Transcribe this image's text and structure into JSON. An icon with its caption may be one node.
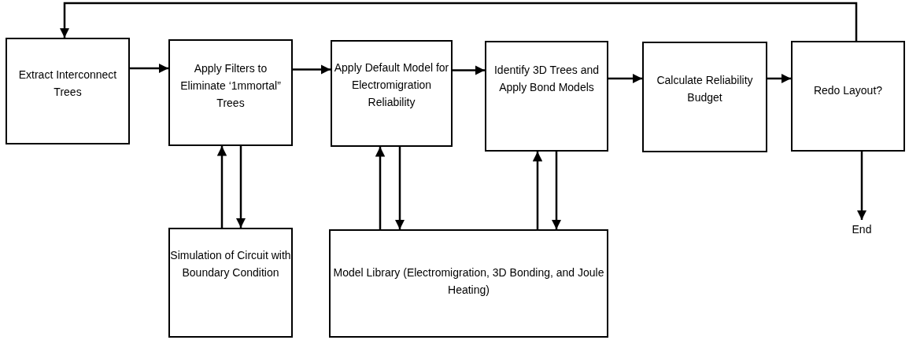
{
  "diagram": {
    "nodes": [
      {
        "text": [
          "Extract Interconnect Trees"
        ]
      },
      {
        "text": [
          "Apply Filters to Eliminate ‘1mmortal” Trees"
        ]
      },
      {
        "text": [
          "Apply Default Model for Electromigration Reliability"
        ]
      },
      {
        "text": [
          "Identify 3D Trees and Apply Bond Models"
        ]
      },
      {
        "text": [
          "Calculate Reliability Budget"
        ]
      },
      {
        "text": [
          "Redo Layout?"
        ]
      },
      {
        "text": [
          "Simulation of Circuit with Boundary Condition"
        ]
      },
      {
        "text": [
          "Model Library (Electromigration, 3D Bonding, and Joule Heating)"
        ]
      },
      {
        "text": [
          "End"
        ]
      }
    ],
    "edges": [
      {
        "from": 0,
        "to": 1,
        "arrow": "to"
      },
      {
        "from": 1,
        "to": 2,
        "arrow": "to"
      },
      {
        "from": 2,
        "to": 3,
        "arrow": "to"
      },
      {
        "from": 3,
        "to": 4,
        "arrow": "to"
      },
      {
        "from": 4,
        "to": 5,
        "arrow": "to"
      },
      {
        "from": 5,
        "to": 0,
        "arrow": "to"
      },
      {
        "from": 6,
        "to": 1,
        "arrow": "to"
      },
      {
        "from": 1,
        "to": 6,
        "arrow": "to"
      },
      {
        "from": 7,
        "to": 2,
        "arrow": "to"
      },
      {
        "from": 2,
        "to": 7,
        "arrow": "to"
      },
      {
        "from": 7,
        "to": 3,
        "arrow": "to"
      },
      {
        "from": 3,
        "to": 7,
        "arrow": "to"
      },
      {
        "from": 5,
        "to": 8,
        "arrow": "to"
      }
    ]
  }
}
